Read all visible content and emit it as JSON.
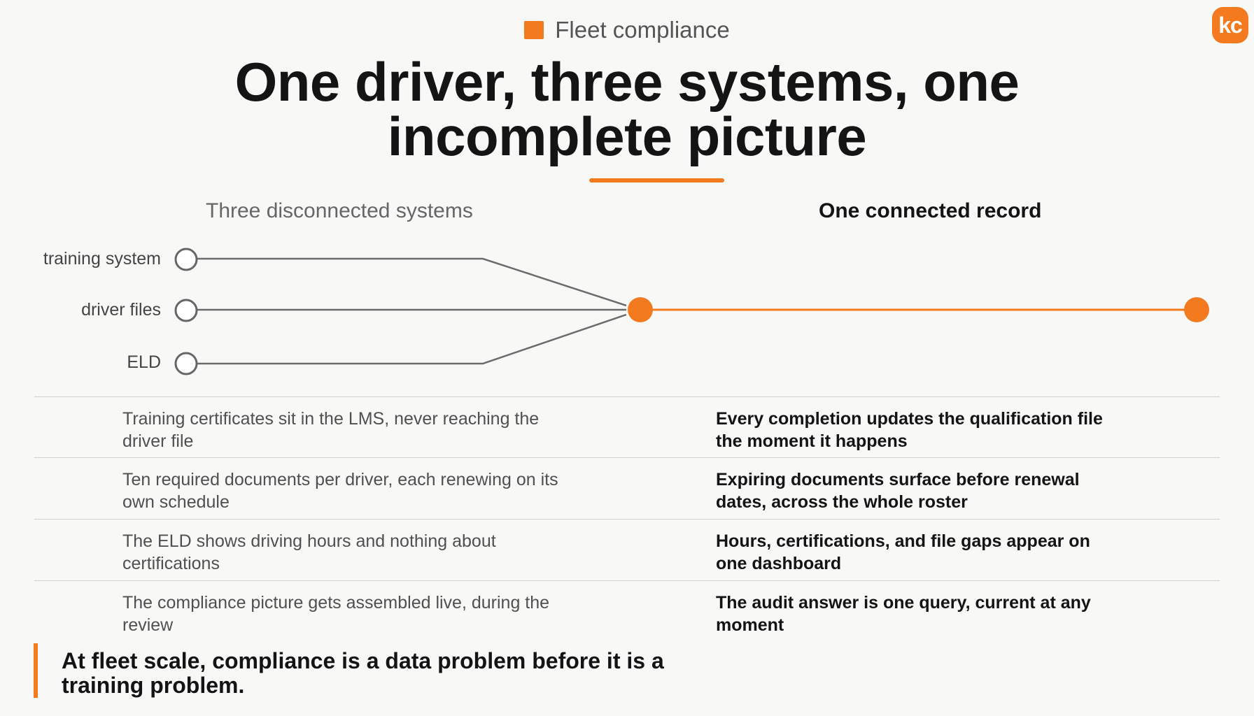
{
  "eyebrow": {
    "label": "Fleet compliance"
  },
  "brand": {
    "logo_text": "kc",
    "accent": "#f47a20"
  },
  "title": {
    "line1": "One driver, three systems, one",
    "line2": "incomplete picture"
  },
  "diagram": {
    "left_heading": "Three disconnected systems",
    "right_heading": "One connected record",
    "systems": [
      "training system",
      "driver files",
      "ELD"
    ]
  },
  "comparison": [
    {
      "before": "Training certificates sit in the LMS, never reaching the driver file",
      "after": "Every completion updates the qualification file the moment it happens"
    },
    {
      "before": "Ten required documents per driver, each renewing on its own schedule",
      "after": "Expiring documents surface before renewal dates, across the whole roster"
    },
    {
      "before": "The ELD shows driving hours and nothing about certifications",
      "after": "Hours, certifications, and file gaps appear on one dashboard"
    },
    {
      "before": "The compliance picture gets assembled live, during the review",
      "after": "The audit answer is one query, current at any moment"
    }
  ],
  "callout": {
    "text": "At fleet scale, compliance is a data problem before it is a training problem."
  }
}
